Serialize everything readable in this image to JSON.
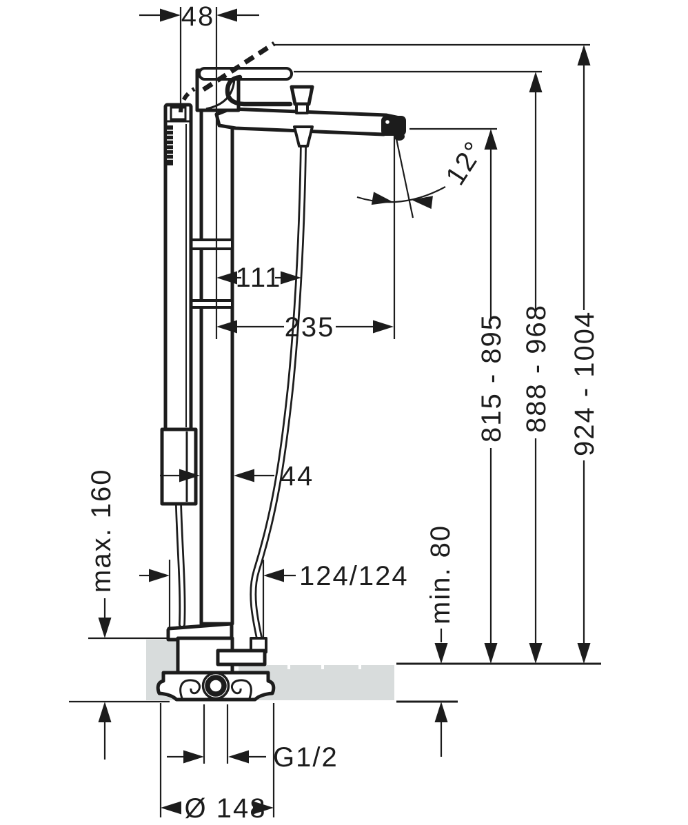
{
  "drawing": {
    "type": "technical-dimension-drawing",
    "subject": "freestanding-bath-mixer-side-view",
    "colors": {
      "line": "#1c1c1c",
      "floor_fill": "#d8dcdc",
      "background": "#ffffff"
    },
    "dims": {
      "handshower_offset": "48",
      "spout_angle": "12°",
      "hose_offset": "111",
      "spout_reach": "235",
      "spout_height_range": "815 - 895",
      "handle_height_range": "888 - 968",
      "overall_height_range": "924 - 1004",
      "riser_width": "44",
      "floor_buildup_max": "max. 160",
      "install_depth_min": "min. 80",
      "supply_spacing": "124/124",
      "connection_thread": "G1/2",
      "base_diameter": "Ø 148"
    }
  }
}
